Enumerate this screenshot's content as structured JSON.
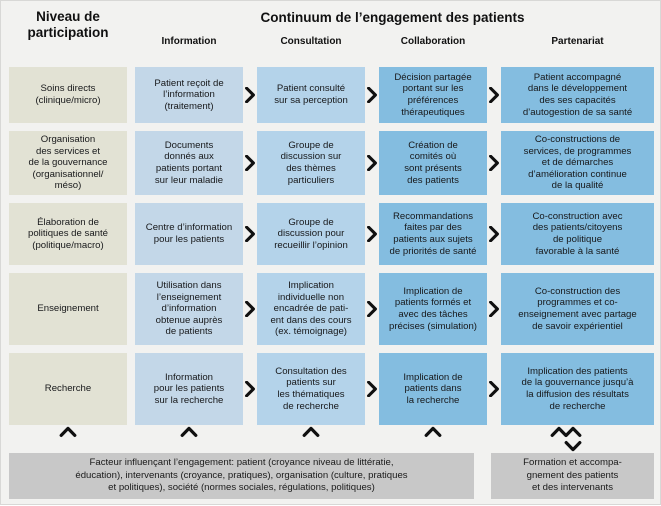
{
  "figure": {
    "background": "#f2f2f0",
    "palette": {
      "level": "#e2e2d4",
      "information": "#c3d7e8",
      "consultation": "#b4d3ea",
      "collaboration": "#84bde0",
      "partenariat": "#84bde0",
      "footer": "#c8c8c8"
    }
  },
  "header": {
    "left_title": "Niveau de\nparticipation",
    "left_title_line1": "Niveau de",
    "left_title_line2": "participation",
    "main_title": "Continuum de l’engagement des patients",
    "columns": [
      {
        "key": "information",
        "label": "Information"
      },
      {
        "key": "consultation",
        "label": "Consultation"
      },
      {
        "key": "collaboration",
        "label": "Collaboration"
      },
      {
        "key": "partenariat",
        "label": "Partenariat"
      }
    ]
  },
  "rows": [
    {
      "level": "Soins directs\n(clinique/micro)",
      "information": "Patient reçoit de\nl’information\n(traitement)",
      "consultation": "Patient consulté\nsur sa perception",
      "collaboration": "Décision partagée\nportant sur les\npréférences\nthérapeutiques",
      "partenariat": "Patient accompagné\ndans le développement\ndes ses capacités\nd’autogestion de sa santé"
    },
    {
      "level": "Organisation\ndes services et\nde la gouvernance\n(organisationnel/\nméso)",
      "information": "Documents\ndonnés aux\npatients portant\nsur leur maladie",
      "consultation": "Groupe de\ndiscussion sur\ndes thèmes\nparticuliers",
      "collaboration": "Création de\ncomités où\nsont présents\ndes patients",
      "partenariat": "Co-constructions de\nservices, de programmes\net de démarches\nd’amélioration continue\nde la qualité"
    },
    {
      "level": "Élaboration de\npolitiques de santé\n(politique/macro)",
      "information": "Centre d’information\npour les patients",
      "consultation": "Groupe de\ndiscussion pour\nrecueillir l’opinion",
      "collaboration": "Recommandations\nfaites par des\npatients aux sujets\nde priorités de santé",
      "partenariat": "Co-construction avec\ndes patients/citoyens\nde politique\nfavorable à la santé"
    },
    {
      "level": "Enseignement",
      "information": "Utilisation dans\nl’enseignement\nd’information\nobtenue auprès\nde patients",
      "consultation": "Implication\nindividuelle non\nencadrée de pati-\nent dans des cours\n(ex. témoignage)",
      "collaboration": "Implication de\npatients formés et\navec des tâches\nprécises (simulation)",
      "partenariat": "Co-construction des\nprogrammes et co-\nenseignement avec partage\nde savoir expérientiel"
    },
    {
      "level": "Recherche",
      "information": "Information\npour les patients\nsur la recherche",
      "consultation": "Consultation des\npatients sur\nles thématiques\nde recherche",
      "collaboration": "Implication de\npatients dans\nla recherche",
      "partenariat": "Implication des patients\nde la gouvernance jusqu’à\nla diffusion des résultats\nde recherche"
    }
  ],
  "footer": {
    "main": "Facteur influençant l’engagement: patient (croyance niveau de littératie,\néducation), intervenants (croyance, pratiques), organisation (culture, pratiques\net politiques), société (normes sociales, régulations, politiques)",
    "side": "Formation et accompa-\ngnement des patients\net des intervenants"
  },
  "icons": {
    "separator": "chevron-right-icon",
    "arrow_up": "chevron-up-icon",
    "arrow_down": "chevron-down-icon"
  }
}
